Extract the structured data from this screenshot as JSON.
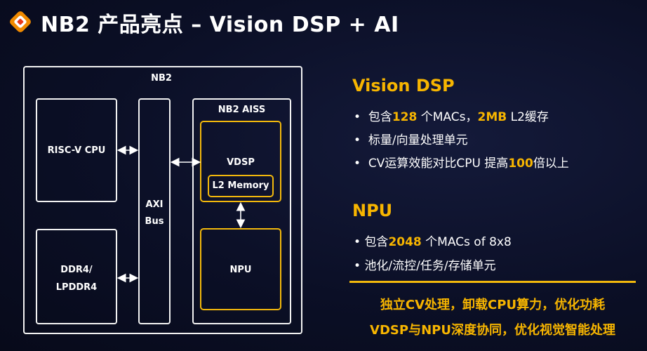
{
  "header": {
    "title": "NB2 产品亮点 – Vision DSP + AI"
  },
  "diagram": {
    "outer_label": "NB2",
    "cpu_label": "RISC-V CPU",
    "ddr_label_line1": "DDR4/",
    "ddr_label_line2": "LPDDR4",
    "bus_label_line1": "AXI",
    "bus_label_line2": "Bus",
    "aiss_label": "NB2 AISS",
    "vdsp_label": "VDSP",
    "l2_label": "L2 Memory",
    "npu_label": "NPU"
  },
  "vision_dsp": {
    "heading": "Vision DSP",
    "bullets": [
      {
        "pre": "包含",
        "hl": "128",
        "mid": " 个MACs，",
        "hl2": "2MB",
        "post": " L2缓存"
      },
      {
        "pre": "标量/向量处理单元"
      },
      {
        "pre": "CV运算效能对比CPU 提高",
        "hl": "100",
        "post": "倍以上"
      }
    ]
  },
  "npu": {
    "heading": "NPU",
    "bullets": [
      {
        "pre": "包含",
        "hl": "2048",
        "post": " 个MACs of 8x8"
      },
      {
        "pre": "池化/流控/任务/存储单元"
      }
    ]
  },
  "banner": {
    "line1": "独立CV处理，卸载CPU算力，优化功耗",
    "line2": "VDSP与NPU深度协同，优化视觉智能处理"
  },
  "colors": {
    "accent": "#f7b500",
    "background": "#0b0f26"
  }
}
